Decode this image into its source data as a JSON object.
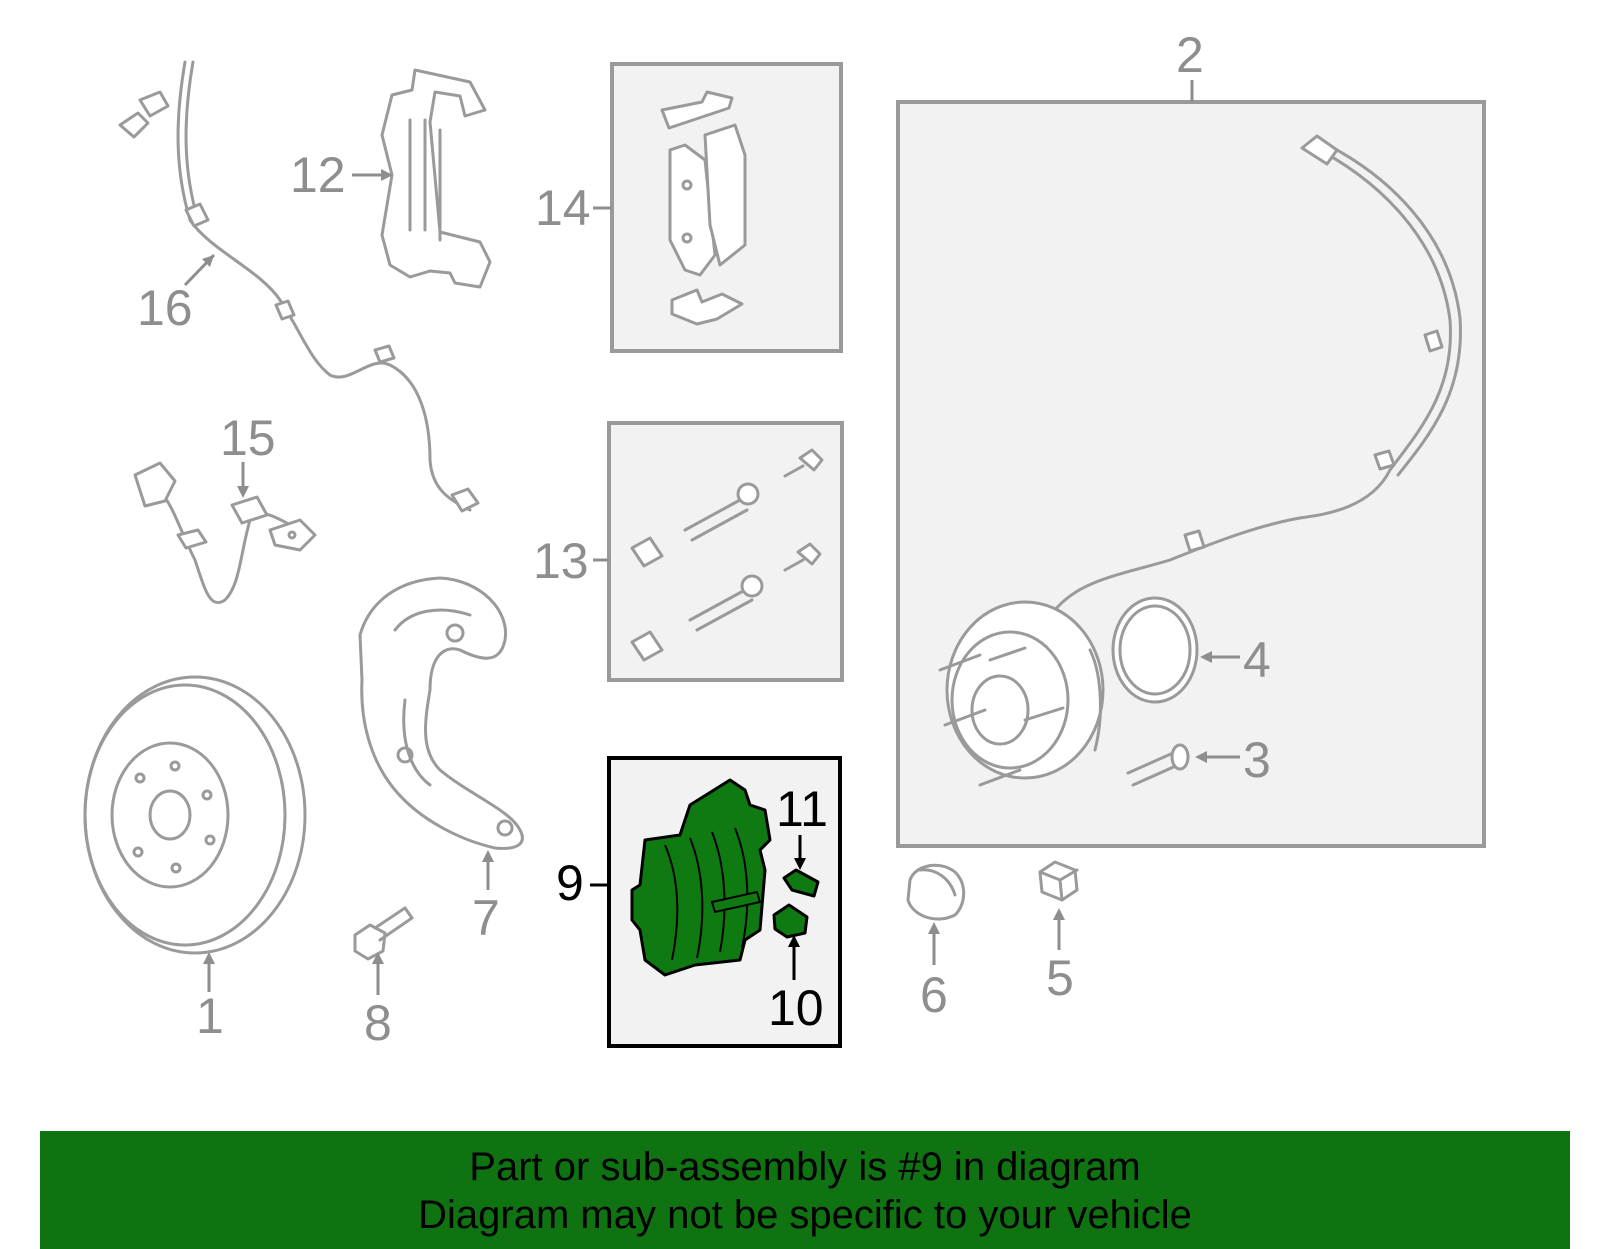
{
  "callouts": {
    "c1": "1",
    "c2": "2",
    "c3": "3",
    "c4": "4",
    "c5": "5",
    "c6": "6",
    "c7": "7",
    "c8": "8",
    "c9": "9",
    "c10": "10",
    "c11": "11",
    "c12": "12",
    "c13": "13",
    "c14": "14",
    "c15": "15",
    "c16": "16"
  },
  "colors": {
    "highlight_part": "#0f7a12",
    "banner_bg": "#0f7312",
    "part_line": "#9a9a9a"
  },
  "banner": {
    "line1": "Part or sub-assembly is #9 in diagram",
    "line2": "Diagram may not be specific to your vehicle"
  }
}
